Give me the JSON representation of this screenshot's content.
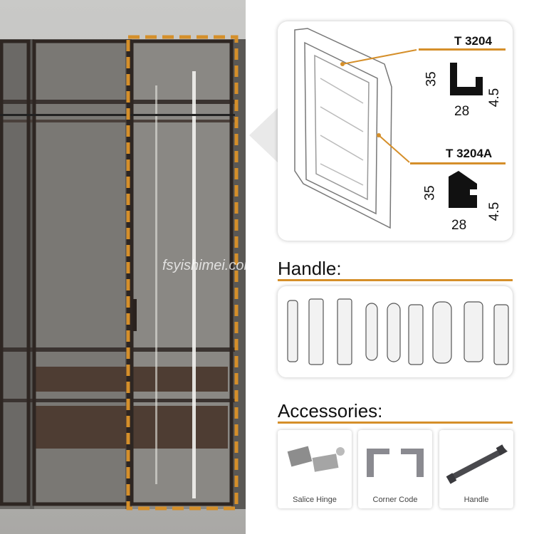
{
  "profiles": [
    {
      "code": "T 3204",
      "height": "35",
      "width": "28",
      "thickness": "4.5"
    },
    {
      "code": "T 3204A",
      "height": "35",
      "width": "28",
      "thickness": "4.5"
    }
  ],
  "handle_section": {
    "title": "Handle:"
  },
  "accessories_section": {
    "title": "Accessories:"
  },
  "accessories": [
    {
      "label": "Salice Hinge"
    },
    {
      "label": "Corner Code"
    },
    {
      "label": "Handle"
    }
  ],
  "watermark": "fsyishimei.com",
  "colors": {
    "accent": "#d58f2a",
    "frame": "#3b2f29"
  }
}
